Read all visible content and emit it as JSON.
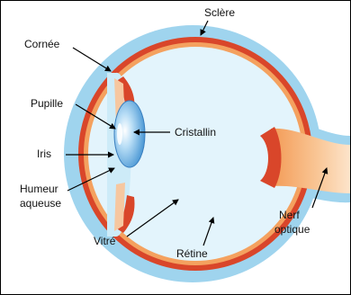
{
  "labels": {
    "sclere": "Sclère",
    "cornee": "Cornée",
    "pupille": "Pupille",
    "cristallin": "Cristallin",
    "iris": "Iris",
    "humeur_line1": "Humeur",
    "humeur_line2": "aqueuse",
    "vitre": "Vitré",
    "retine": "Rétine",
    "nerf_line1": "Nerf",
    "nerf_line2": "optique"
  },
  "colors": {
    "sclera_blue": "#9fd4ee",
    "cornea_blue": "#cdebf8",
    "vitreous": "#e3f4fc",
    "choroid_red": "#d9462a",
    "retina_orange": "#f4a15f",
    "lens_blue": "#6fb5e8",
    "iris_peach": "#f6c7a0",
    "nerve_orange": "#f7b072",
    "arrow": "#000000"
  }
}
